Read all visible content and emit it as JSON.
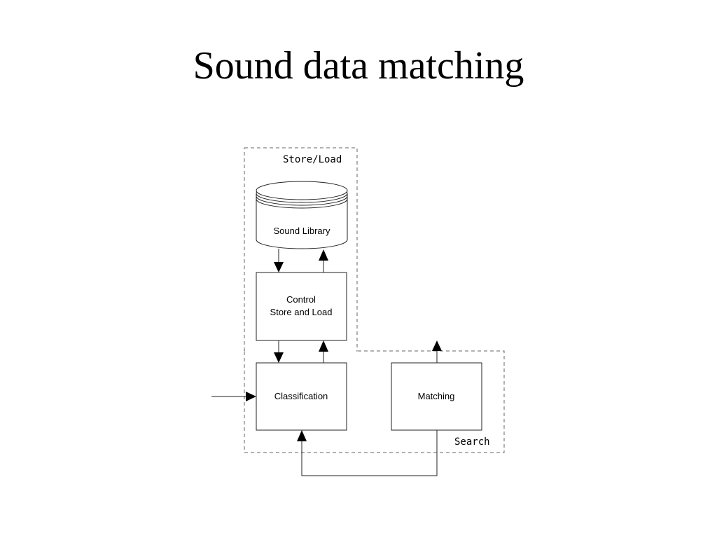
{
  "title": "Sound data matching",
  "groups": {
    "store_load": "Store/Load",
    "search": "Search"
  },
  "nodes": {
    "sound_library": "Sound Library",
    "control_line1": "Control",
    "control_line2": "Store and Load",
    "classification": "Classification",
    "matching": "Matching"
  }
}
